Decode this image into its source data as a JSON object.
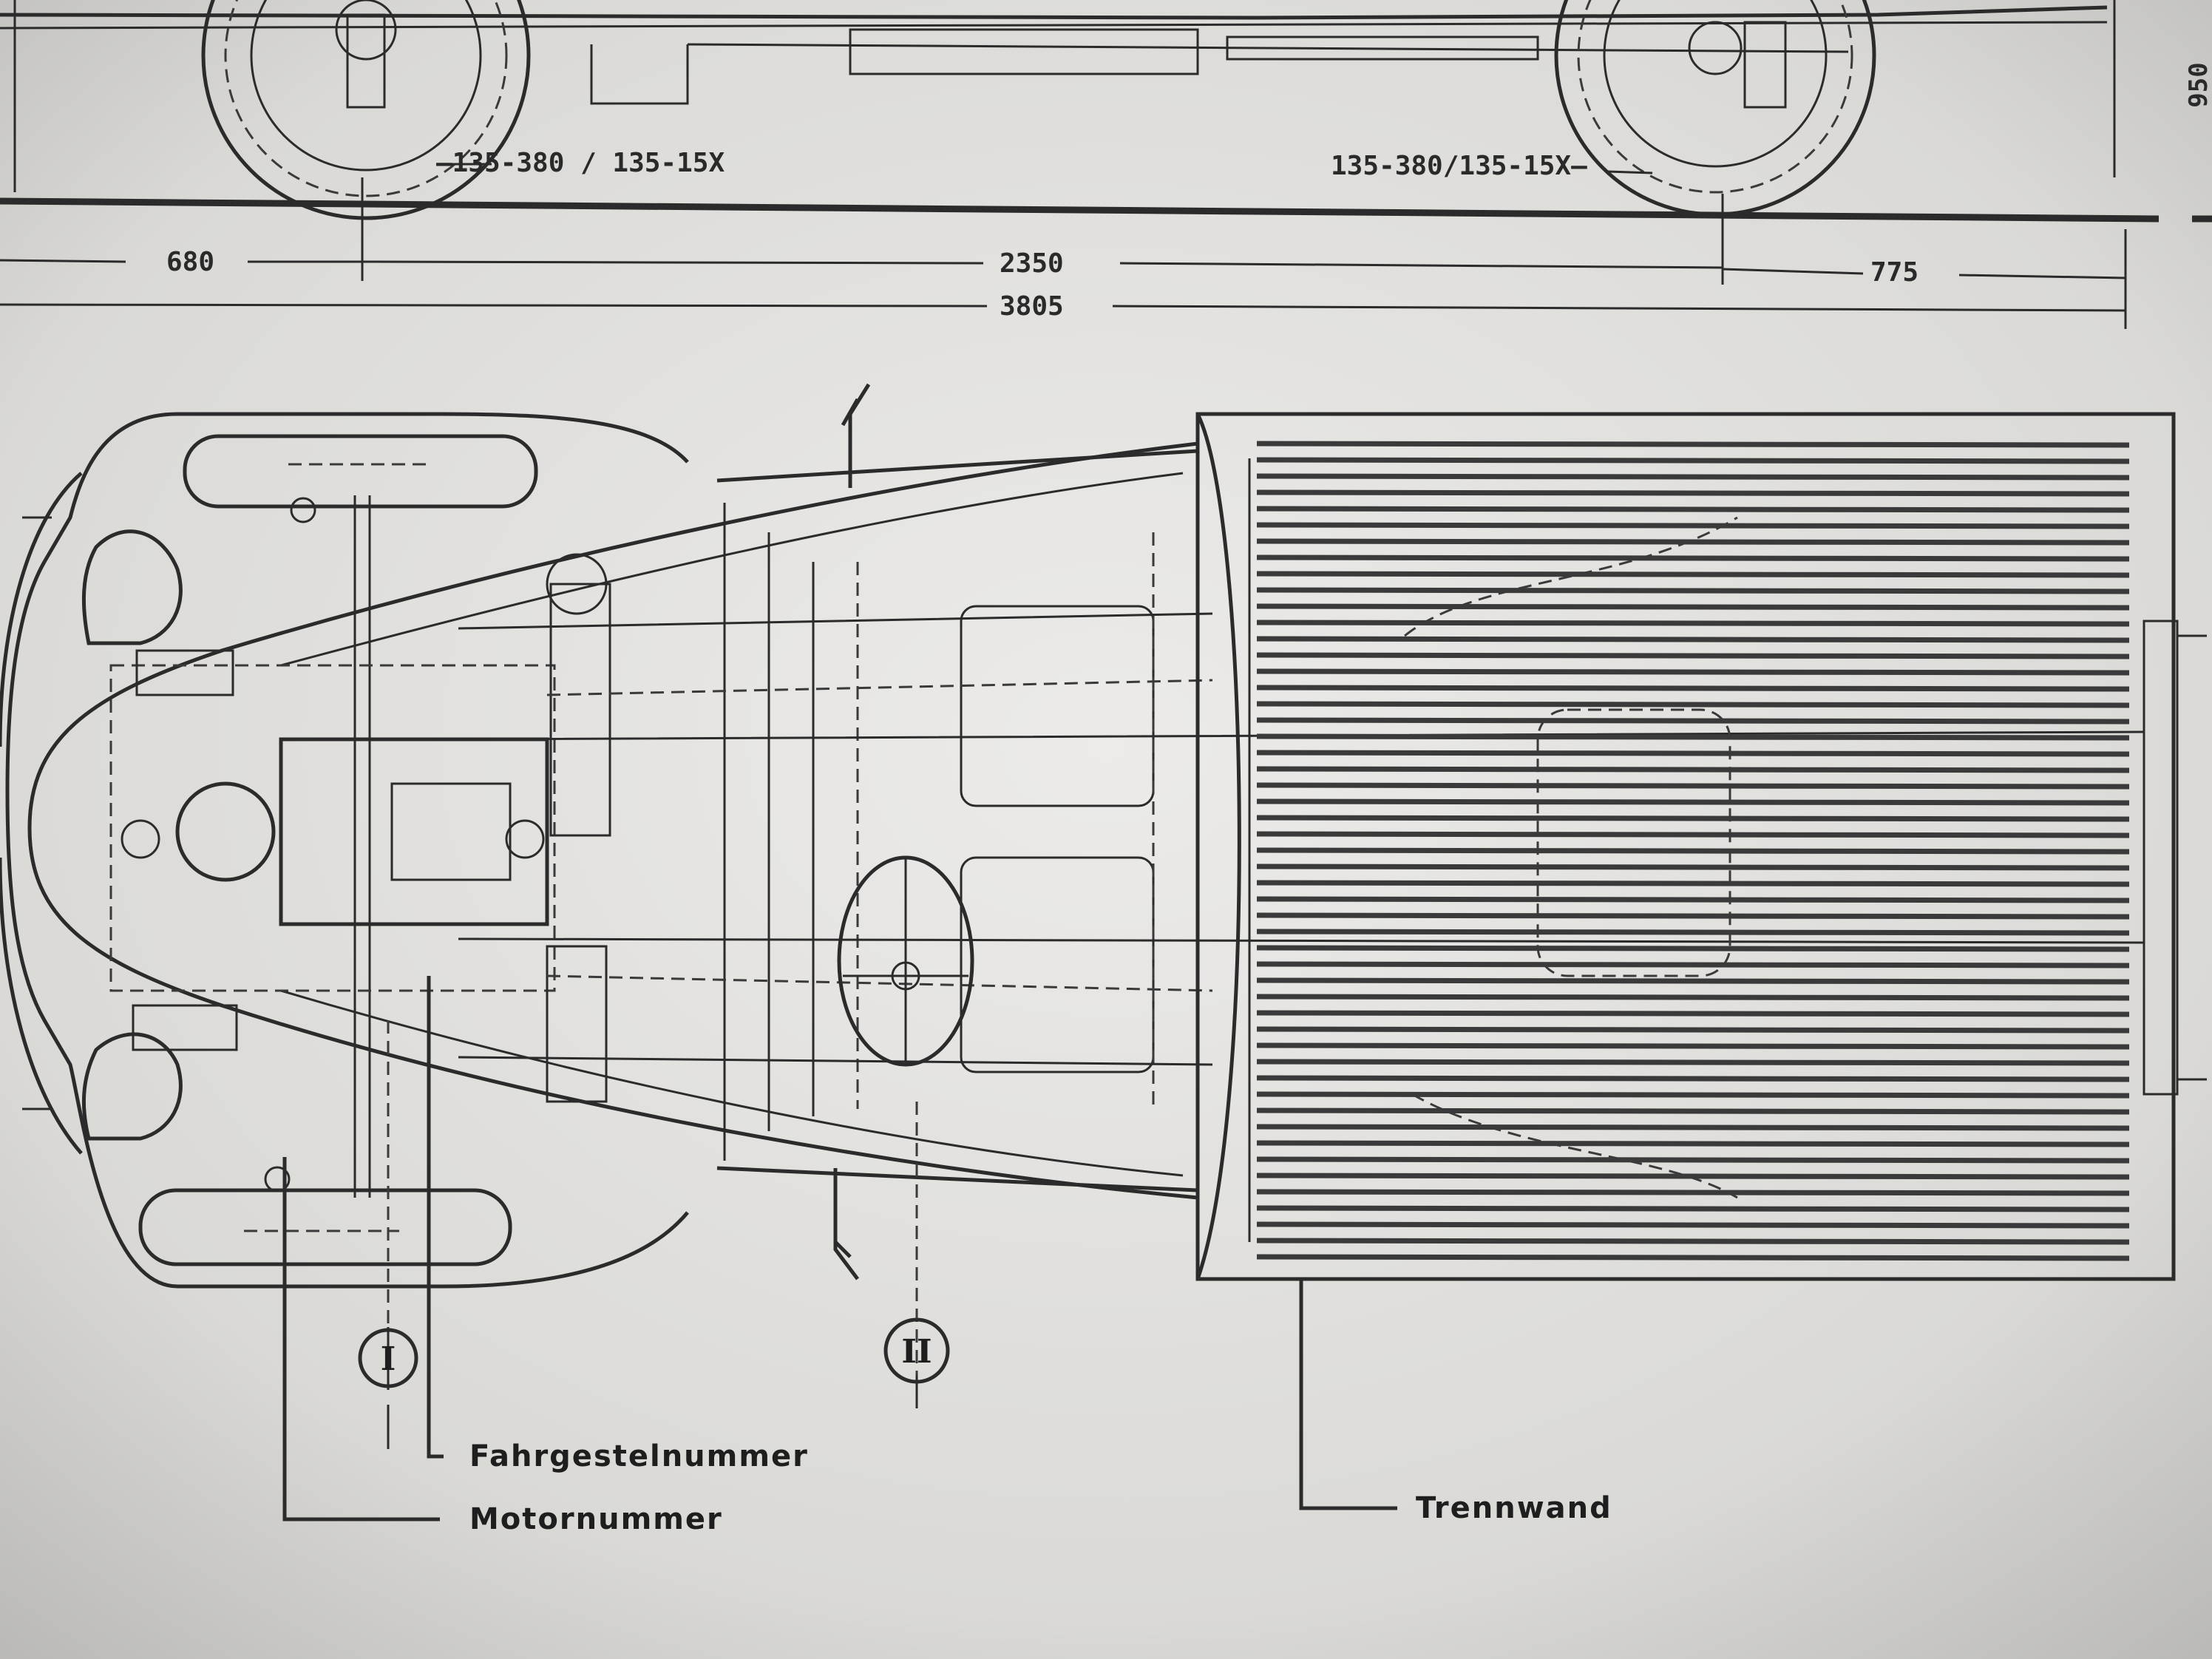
{
  "dimensions": {
    "tire_front": "—135-380 / 135-15X",
    "tire_rear": "135-380/135-15X—",
    "front_overhang": "680",
    "wheelbase": "2350",
    "rear_overhang": "775",
    "overall_length": "3805",
    "height": "950"
  },
  "markers": {
    "marker_1": "I",
    "marker_2": "II"
  },
  "callouts": {
    "chassis_number": "Fahrgestelnummer",
    "engine_number": "Motornummer",
    "partition": "Trennwand"
  }
}
